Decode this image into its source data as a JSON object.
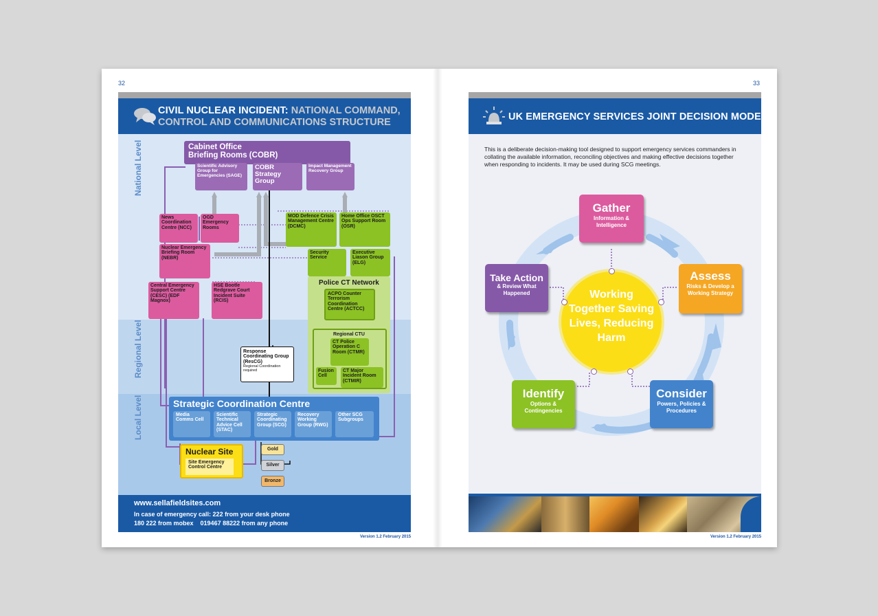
{
  "colors": {
    "brand_blue": "#1a5aa5",
    "pink": "#dc5b9f",
    "purple": "#9b6bb5",
    "green": "#8cc224",
    "blue": "#4283cc",
    "yellow": "#fbde16",
    "orange": "#f5a623"
  },
  "left_page": {
    "page_number": "32",
    "title_part1": "CIVIL NUCLEAR INCIDENT:",
    "title_part2": "NATIONAL COMMAND,",
    "title_line2": "CONTROL AND COMMUNICATIONS STRUCTURE",
    "icon": "speech-bubbles-icon",
    "levels": [
      "National Level",
      "Regional Level",
      "Local Level"
    ],
    "cobr": {
      "title": "Cabinet Office",
      "title2": "Briefing Rooms (COBR)"
    },
    "sage": "Scientific Advisory Group for Emergencies (SAGE)",
    "cobr_strategy": "COBR Strategy Group",
    "impact": "Impact Management Recovery Group",
    "ncc": "News Coordination Centre (NCC)",
    "ogd": "OGD Emergency Rooms",
    "dcmc": "MOD Defence Crisis Management Centre (DCMC)",
    "osr": "Home Office OSCT Ops Support Room (OSR)",
    "nebr": "Nuclear Emergency Briefing Room (NEBR)",
    "security": "Security Service",
    "elg": "Executive Liason Group (ELG)",
    "police_ct": "Police CT Network",
    "actcc": "ACPO Counter Terrorism Coordination Centre (ACTCC)",
    "cesc": "Central Emergency Support Centre (CESC) (EDF Magnox)",
    "rcis": "HSE Bootle Redgrave Court Incident Suite (RCIS)",
    "regional_ctu": "Regional CTU",
    "ctmr": "CT Police Operation C Room (CTMR)",
    "fusion": "Fusion Cell",
    "ctmir": "CT Major Incident Room (CTMIR)",
    "rescg_title": "Response Coordinating Group (ResCG)",
    "rescg_sub": "Regional Coordination required",
    "scc": "Strategic Coordination Centre",
    "scc_cells": [
      "Media Comms Cell",
      "Scientific Technical Advice Cell (STAC)",
      "Strategic Coordinating Group (SCG)",
      "Recovery Working Group (RWG)",
      "Other SCG Subgroups"
    ],
    "nuclear_site": "Nuclear Site",
    "site_centre": "Site Emergency Control Centre",
    "legend": [
      "Gold",
      "Silver",
      "Bronze"
    ],
    "footer_url": "www.sellafieldsites.com",
    "footer_line1": "In case of emergency call: 222 from your desk phone",
    "footer_line2": "180 222 from mobex    019467 88222 from any phone",
    "version": "Version 1.2  February 2015"
  },
  "right_page": {
    "page_number": "33",
    "title": "UK EMERGENCY SERVICES JOINT DECISION MODEL",
    "icon": "siren-light-icon",
    "intro": "This is a deliberate decision-making tool designed to support emergency services commanders in collating the available information, reconciling objectives and making effective decisions together when responding to incidents.  It may be used during SCG meetings.",
    "center": "Working Together Saving Lives, Reducing Harm",
    "steps": [
      {
        "title": "Gather",
        "sub": "Information & Intelligence"
      },
      {
        "title": "Assess",
        "sub": "Risks & Develop a Working Strategy"
      },
      {
        "title": "Consider",
        "sub": "Powers, Policies & Procedures"
      },
      {
        "title": "Identify",
        "sub": "Options & Contingencies"
      },
      {
        "title": "Take Action",
        "sub": "& Review What Happened"
      }
    ],
    "version": "Version 1.2  February 2015"
  }
}
